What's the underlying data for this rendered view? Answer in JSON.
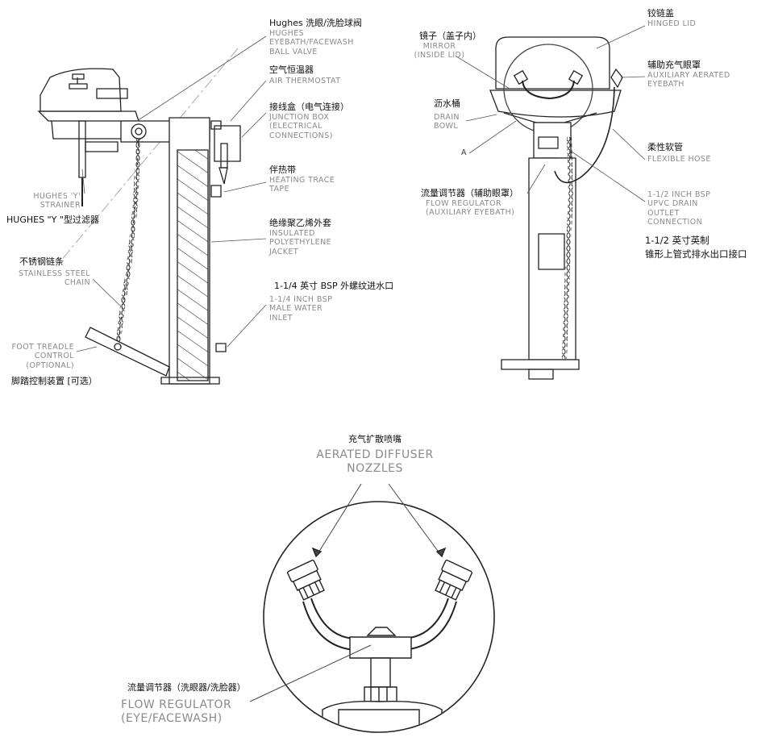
{
  "left": {
    "ball_valve_zh": "Hughes 洗眼/洗脸球阀",
    "ball_valve_en": [
      "HUGHES",
      "EYEBATH/FACEWASH",
      "BALL VALVE"
    ],
    "thermostat_zh": "空气恒温器",
    "thermostat_en": "AIR THERMOSTAT",
    "junction_zh": "接线盒（电气连接）",
    "junction_en": [
      "JUNCTION BOX",
      "(ELECTRICAL",
      "CONNECTIONS)"
    ],
    "heat_tape_zh": "伴热带",
    "heat_tape_en": [
      "HEATING TRACE",
      "TAPE"
    ],
    "jacket_zh": "绝缘聚乙烯外套",
    "jacket_en": [
      "INSULATED",
      "POLYETHYLENE",
      "JACKET"
    ],
    "inlet_zh": "1-1/4 英寸 BSP 外螺纹进水口",
    "inlet_en": [
      "1-1/4 INCH BSP",
      "MALE WATER",
      "INLET"
    ],
    "strainer_en": [
      "HUGHES 'Y'",
      "STRAINER"
    ],
    "strainer_zh": "HUGHES \"Y \"型过滤器",
    "chain_zh": "不锈钢链条",
    "chain_en": [
      "STAINLESS STEEL",
      "CHAIN"
    ],
    "treadle_en": [
      "FOOT TREADLE",
      "CONTROL",
      "(OPTIONAL)"
    ],
    "treadle_zh": "脚踏控制装置 [可选）"
  },
  "right": {
    "lid_zh": "铰链盖",
    "lid_en": "HINGED LID",
    "mirror_zh": "镜子（盖子内）",
    "mirror_en": [
      "MIRROR",
      "(INSIDE LID)"
    ],
    "aux_zh": "辅助充气眼罩",
    "aux_en": [
      "AUXILIARY AERATED",
      "EYEBATH"
    ],
    "bowl_zh": "沥水桶",
    "bowl_en": [
      "DRAIN",
      "BOWL"
    ],
    "marker_a": "A",
    "hose_zh": "柔性软管",
    "hose_en": "FLEXIBLE HOSE",
    "regulator_zh": "流量调节器（辅助眼罩）",
    "regulator_en": [
      "FLOW REGULATOR",
      "(AUXILIARY EYEBATH)"
    ],
    "drain_en": [
      "1-1/2 INCH BSP",
      "UPVC DRAIN",
      "OUTLET",
      "CONNECTION"
    ],
    "drain_zh": [
      "1-1/2 英寸英制",
      "锥形上管式排水出口接口"
    ]
  },
  "detail": {
    "nozzles_zh": "充气扩散喷嘴",
    "nozzles_en": [
      "AERATED DIFFUSER",
      "NOZZLES"
    ],
    "regulator_zh": "流量调节器（洗眼器/洗脸器）",
    "regulator_en": [
      "FLOW REGULATOR",
      "(EYE/FACEWASH)"
    ]
  }
}
